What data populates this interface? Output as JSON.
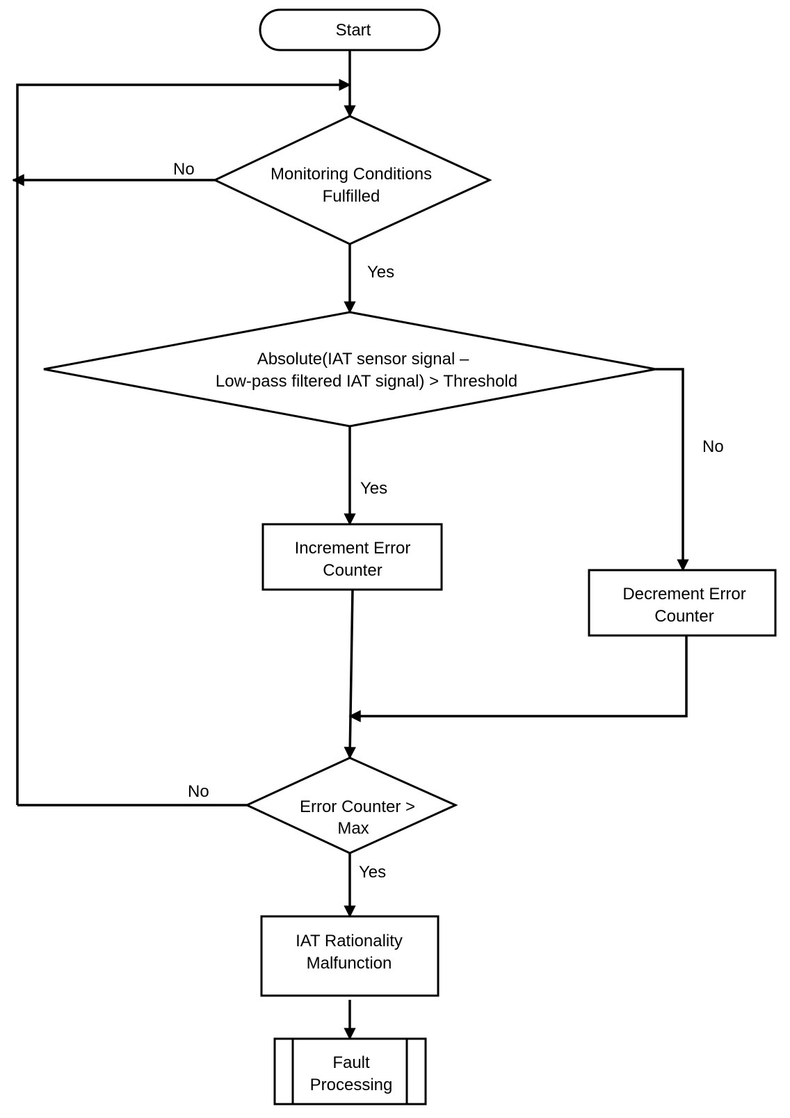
{
  "nodes": {
    "start": {
      "line1": "Start"
    },
    "monitoring": {
      "line1": "Monitoring Conditions",
      "line2": "Fulfilled"
    },
    "absolute": {
      "line1": "Absolute(IAT sensor signal –",
      "line2": "Low-pass filtered IAT signal) > Threshold"
    },
    "increment": {
      "line1": "Increment Error",
      "line2": "Counter"
    },
    "decrement": {
      "line1": "Decrement Error",
      "line2": "Counter"
    },
    "error_max": {
      "line1": "Error Counter >",
      "line2": "Max"
    },
    "malfunction": {
      "line1": "IAT Rationality",
      "line2": "Malfunction"
    },
    "fault": {
      "line1": "Fault",
      "line2": "Processing"
    }
  },
  "edges": {
    "monitoring_no": "No",
    "monitoring_yes": "Yes",
    "absolute_yes": "Yes",
    "absolute_no": "No",
    "error_max_no": "No",
    "error_max_yes": "Yes"
  },
  "colors": {
    "stroke": "#000000",
    "background": "#ffffff"
  }
}
